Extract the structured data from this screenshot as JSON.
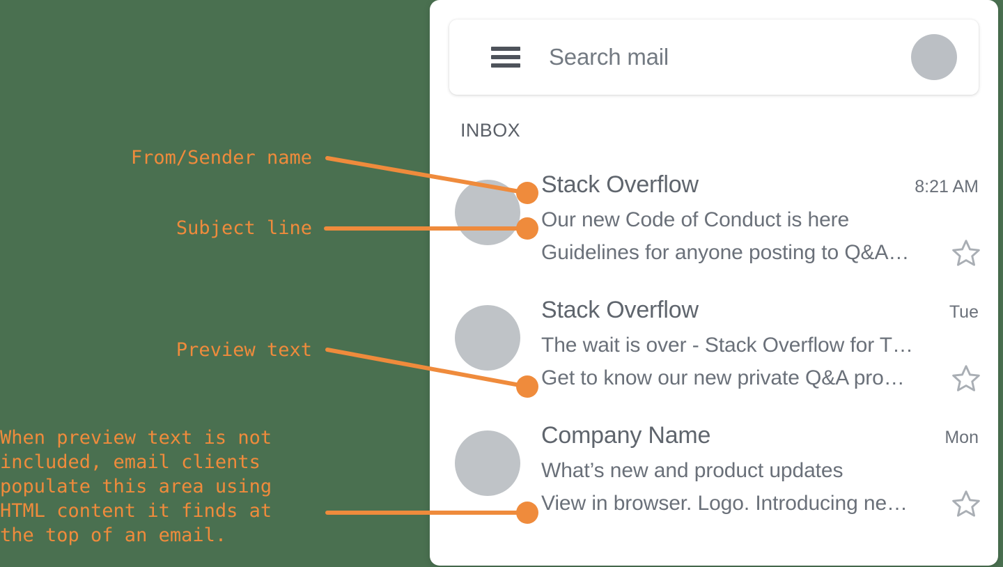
{
  "theme": {
    "background_green": "#4a7050",
    "accent_orange": "#ef8b3c",
    "panel_white": "#ffffff",
    "avatar_gray": "#bfc3c7",
    "text_gray": "#6a7079"
  },
  "annotations": {
    "from_sender": "From/Sender name",
    "subject_line": "Subject line",
    "preview_text": "Preview text",
    "paragraph": "When preview text is not\nincluded, email clients\npopulate this area using\nHTML content it finds at\nthe top of an email."
  },
  "mail_app": {
    "search": {
      "placeholder": "Search mail",
      "menu_icon": "hamburger-menu-icon",
      "avatar_icon": "account-avatar"
    },
    "folder_label": "INBOX",
    "star_icon": "star-outline-icon",
    "emails": [
      {
        "sender": "Stack Overflow",
        "time": "8:21 AM",
        "subject": "Our new Code of Conduct is here",
        "preview": "Guidelines for anyone posting to Q&A…"
      },
      {
        "sender": "Stack Overflow",
        "time": "Tue",
        "subject": "The wait is over - Stack Overflow for T…",
        "preview": "Get to know our new private Q&A pro…"
      },
      {
        "sender": "Company Name",
        "time": "Mon",
        "subject": "What’s new and product updates",
        "preview": "View in browser. Logo. Introducing ne…"
      }
    ]
  }
}
